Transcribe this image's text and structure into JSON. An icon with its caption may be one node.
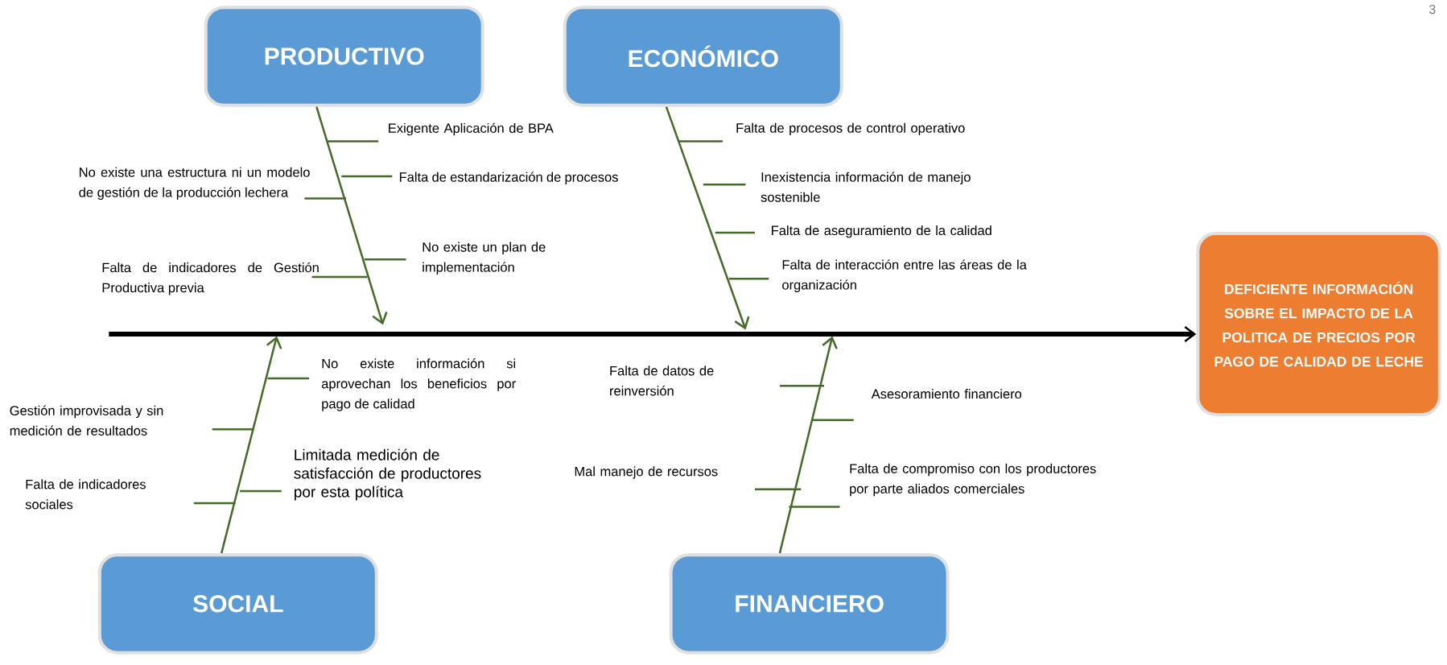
{
  "diagram": {
    "nodes": [
      {
        "text": [
          "PRODUCTIVO"
        ]
      },
      {
        "text": [
          "ECONÓMICO"
        ]
      },
      {
        "text": [
          "SOCIAL"
        ]
      },
      {
        "text": [
          "FINANCIERO"
        ]
      },
      {
        "text": [
          "DEFICIENTE INFORMACIÓN SOBRE EL IMPACTO DE LA POLITICA DE PRECIOS POR PAGO DE CALIDAD DE LECHE"
        ]
      }
    ],
    "edges": [
      {
        "from": null,
        "to": 4,
        "arrow": "to",
        "style": "thick",
        "color": "#000000"
      },
      {
        "from": 0,
        "to": null,
        "arrow": "to"
      },
      {
        "from": 1,
        "to": null,
        "arrow": "to"
      },
      {
        "from": 2,
        "to": null,
        "arrow": "to"
      },
      {
        "from": 3,
        "to": null,
        "arrow": "to"
      }
    ],
    "labels": [
      "Exigente Aplicación de BPA",
      "No existe una estructura ni un modelo de gestión de la producción lechera",
      "Falta de estandarización de procesos",
      "No existe un plan de implementación",
      "Falta de indicadores de Gestión Productiva previa",
      "Falta de procesos de control operativo",
      "Inexistencia información de manejo sostenible",
      "Falta de aseguramiento de la calidad",
      "Falta de interacción entre las áreas de la organización",
      "No existe información si aprovechan los beneficios por pago de calidad",
      "Gestión improvisada y sin medición de resultados",
      "Limitada medición de satisfacción de productores por esta política",
      "Falta de indicadores sociales",
      "Falta de datos de reinversión",
      "Asesoramiento financiero",
      "Mal manejo de recursos",
      "Falta de compromiso con los productores por parte aliados comerciales",
      "3"
    ]
  }
}
